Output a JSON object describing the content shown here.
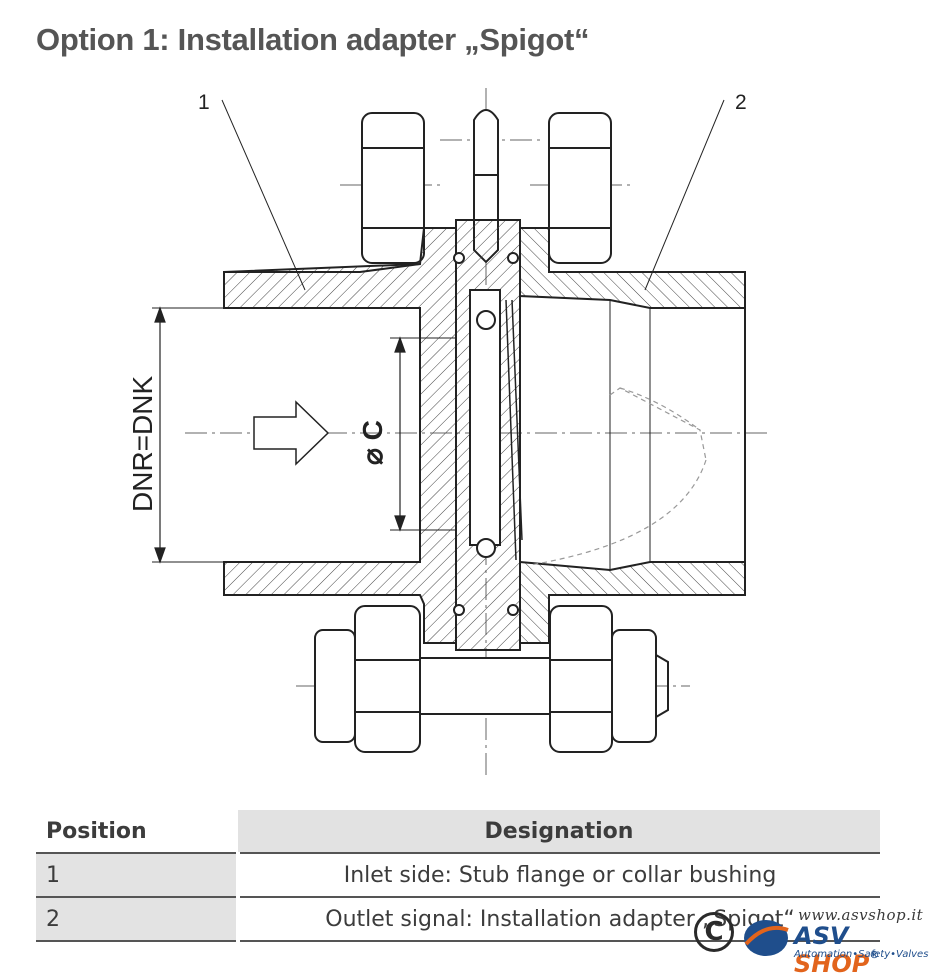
{
  "title": "Option 1: Installation adapter „Spigot“",
  "diagram": {
    "callout_1": "1",
    "callout_2": "2",
    "dim_dnr": "DNR=DNK",
    "dim_c": "⌀ C"
  },
  "table": {
    "headers": {
      "position": "Position",
      "designation": "Designation"
    },
    "rows": [
      {
        "position": "1",
        "designation": "Inlet side: Stub flange or collar bushing"
      },
      {
        "position": "2",
        "designation": "Outlet signal: Installation adapter „Spigot“"
      }
    ]
  },
  "watermark": {
    "copyright_symbol": "C",
    "url": "www.asvshop.it",
    "brand_asv": "ASV",
    "brand_shop": "SHOP",
    "registered": "®",
    "tagline": "Automation•Safety•Valves"
  }
}
